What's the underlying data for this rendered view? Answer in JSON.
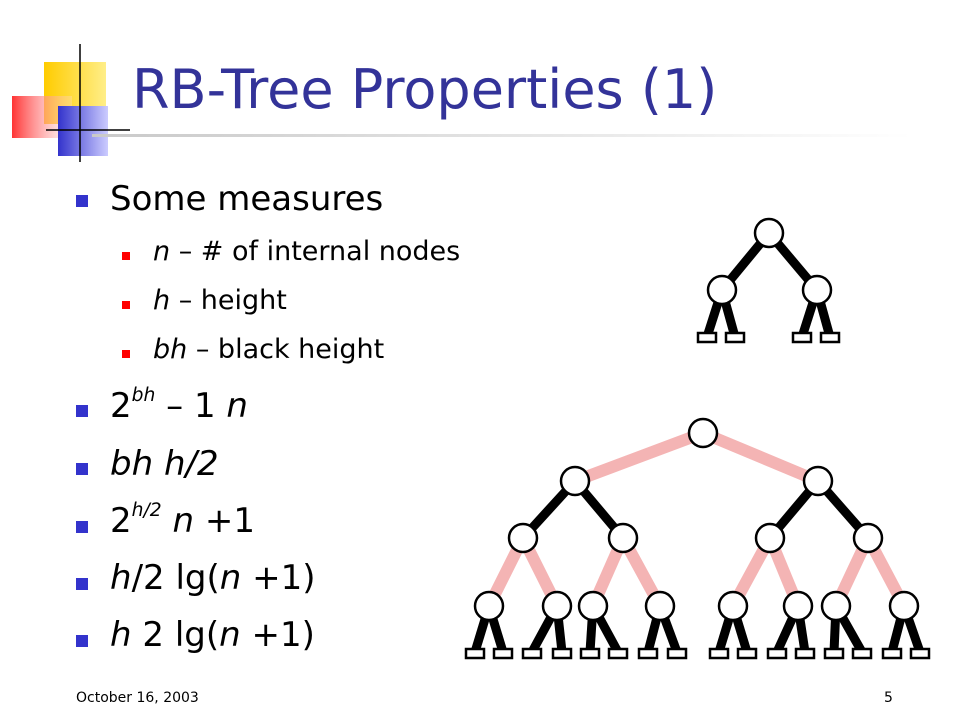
{
  "slide": {
    "title": "RB-Tree Properties (1)",
    "measures": {
      "heading": "Some measures",
      "items": [
        {
          "var": "n",
          "text": " – # of internal nodes"
        },
        {
          "var": "h",
          "text": " – height"
        },
        {
          "var": "bh",
          "text": " – black height"
        }
      ]
    },
    "props": {
      "p1": {
        "base": "2",
        "sup": "bh",
        "rest": " – 1 ",
        "sym": "",
        "rhs": " n"
      },
      "p2": {
        "lhs": "bh ",
        "sym": "",
        "rhs": " h/2"
      },
      "p3": {
        "base": "2",
        "sup": "h/2",
        "rest": " ",
        "sym": "",
        "rhs_var": " n",
        "rhs_rest": " +1"
      },
      "p4": {
        "lhs_var": "h",
        "lhs_rest": "/2 ",
        "sym": "",
        "rhs_a": " lg(",
        "rhs_var": "n",
        "rhs_b": " +1)"
      },
      "p5": {
        "lhs_var": "h",
        "sym": " ",
        "sym2": "",
        "rhs_a": " 2 lg(",
        "rhs_var": "n",
        "rhs_b": " +1)"
      }
    },
    "footer": {
      "date": "October 16, 2003",
      "page": "5"
    }
  },
  "colors": {
    "title": "#333399",
    "bullet_l1": "#3333cc",
    "bullet_l2": "#ff0000",
    "red_edge": "#f4b4b4",
    "black_edge": "#000000"
  }
}
